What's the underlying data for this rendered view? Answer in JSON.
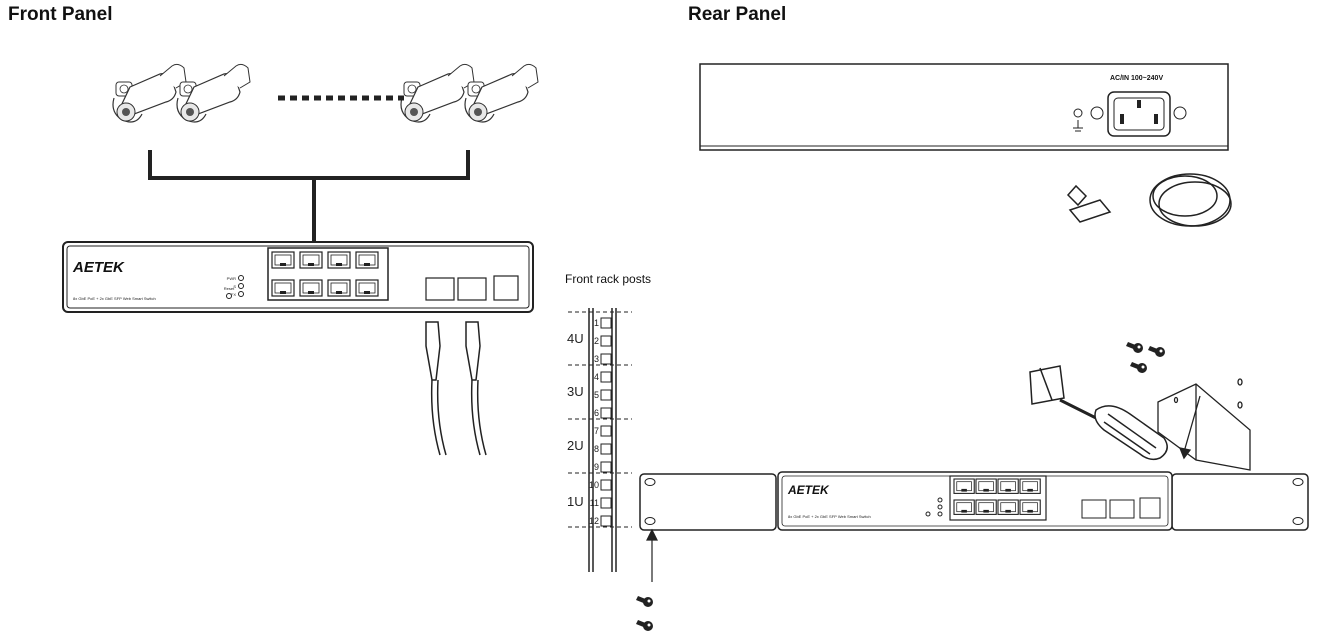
{
  "front_panel": {
    "heading": "Front Panel",
    "brand_logo": "AETEK",
    "model_text": "8x GbE PoE + 2x GbE SFP Web Smart Switch",
    "led_labels": [
      "PWR",
      "S",
      "FX"
    ],
    "reset_label": "Reset"
  },
  "rear_panel": {
    "heading": "Rear Panel",
    "power_label": "AC/IN 100~240V"
  },
  "rack": {
    "heading": "Front rack posts",
    "units": [
      "4U",
      "3U",
      "2U",
      "1U"
    ],
    "slots": [
      "1",
      "2",
      "3",
      "4",
      "5",
      "6",
      "7",
      "8",
      "9",
      "10",
      "11",
      "12"
    ]
  },
  "icons": [
    "camera-icon",
    "switch-icon",
    "sfp-module-icon",
    "power-cord-icon",
    "screwdriver-icon",
    "screw-icon",
    "rack-bracket-icon",
    "ground-icon"
  ]
}
